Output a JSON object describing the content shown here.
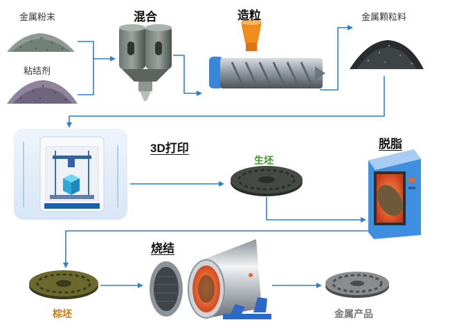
{
  "labels": {
    "metal_powder": "金属粉末",
    "binder": "粘结剂",
    "mixing": "混合",
    "granulation": "造粒",
    "metal_granules": "金属颗粒料",
    "printing_3d": "3D打印",
    "green_part": "生坯",
    "debinding": "脱脂",
    "sintering": "烧结",
    "brown_part": "棕坯",
    "metal_product": "金属产品"
  },
  "colors": {
    "arrow": "#2f7fd1",
    "step_text": "#111111",
    "green_label": "#3a9a2c",
    "brown_label": "#c07a14",
    "product_label": "#777777",
    "mixer_body": "#4a524e",
    "hopper_orange": "#f08c1e",
    "extruder_blue": "#3a86d8",
    "furnace_blue": "#3f8fe0",
    "furnace_inner": "#e2562a",
    "sinter_stand": "#2d68c8"
  },
  "icons": [
    "powder-pile-icon",
    "mixer-icon",
    "extruder-icon",
    "printer-icon",
    "gear-disc-icon",
    "debinding-oven-icon",
    "sintering-furnace-icon"
  ]
}
